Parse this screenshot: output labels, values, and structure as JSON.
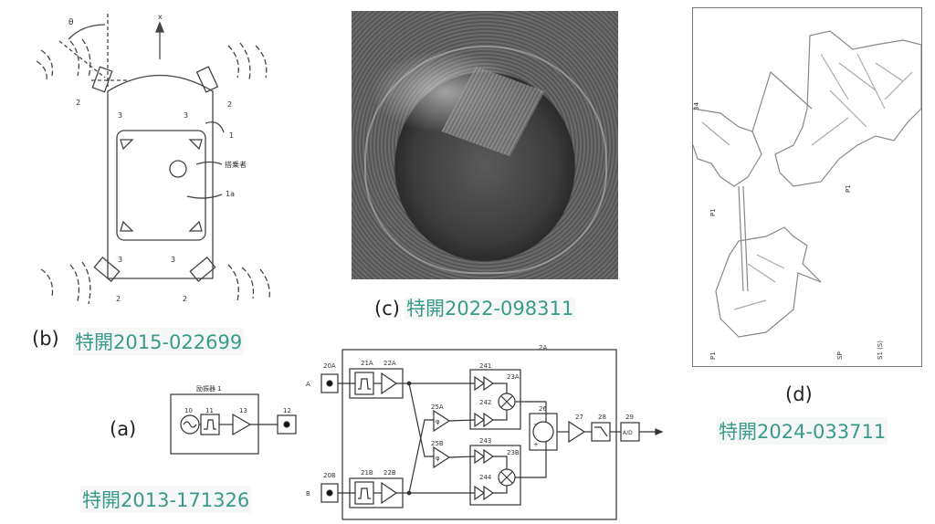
{
  "figures": {
    "b": {
      "label": "(b)",
      "patent": "特開2015-022699",
      "annotations": {
        "theta": "θ",
        "x_axis": "x",
        "sensor": "2",
        "speaker": "3",
        "vehicle": "1",
        "cabin": "1a",
        "occupant": "搭乗者"
      }
    },
    "c": {
      "label": "(c)",
      "patent": "特開2022-098311"
    },
    "d": {
      "label": "(d)",
      "patent": "特開2024-033711",
      "annotations": {
        "ref34": "34",
        "p1": "P1",
        "sp": "SP",
        "s1": "S1 (S)"
      }
    },
    "a": {
      "label": "(a)",
      "patent": "特開2013-171326",
      "exciter": {
        "title": "励振器 1",
        "osc": "10",
        "filter": "11",
        "amp": "13",
        "out": "12"
      },
      "receiver": {
        "title": "2A",
        "input_a": "A",
        "input_b": "B",
        "port_a": "20A",
        "port_b": "20B",
        "filter_a": "21A",
        "amp_a": "22A",
        "filter_b": "21B",
        "amp_b": "22B",
        "amp241": "241",
        "amp242": "242",
        "amp243": "243",
        "amp244": "244",
        "mix_a": "23A",
        "mix_b": "23B",
        "phase_a": "25A",
        "phase_b": "25B",
        "phase_symbol": "φ",
        "sum": "26",
        "amp27": "27",
        "lpf": "28",
        "adc": "29",
        "adc_text": "A/D",
        "minus": "−",
        "plus": "+"
      }
    }
  }
}
